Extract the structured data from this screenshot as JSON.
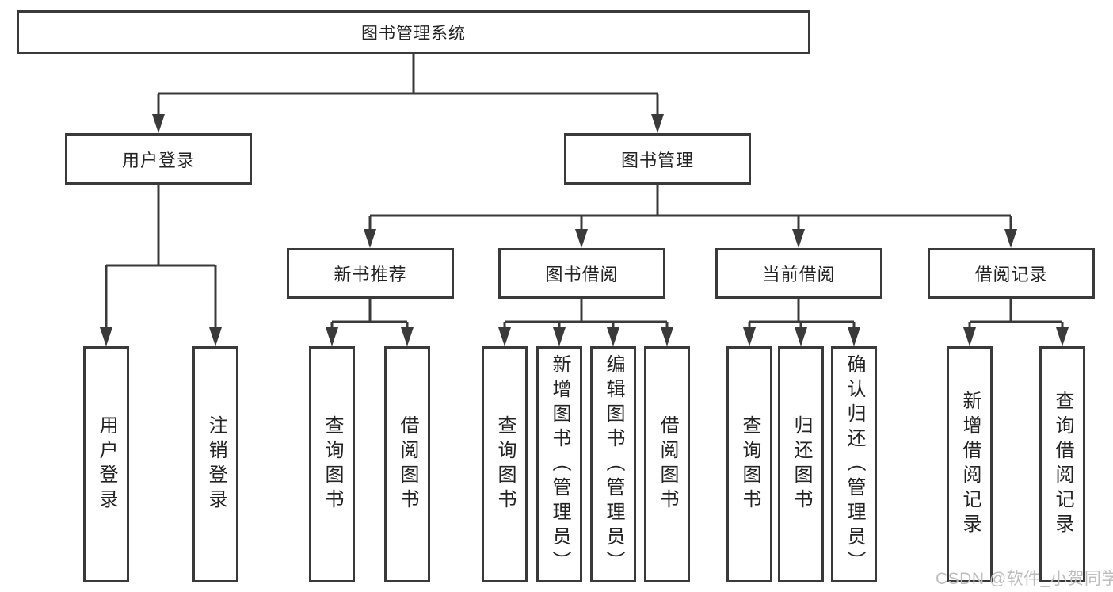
{
  "diagram": {
    "title": "图书管理系统",
    "groups": [
      {
        "label": "用户登录",
        "children": [
          {
            "label": "用户登录"
          },
          {
            "label": "注销登录"
          }
        ]
      },
      {
        "label": "图书管理",
        "sections": [
          {
            "label": "新书推荐",
            "children": [
              {
                "label": "查询图书"
              },
              {
                "label": "借阅图书"
              }
            ]
          },
          {
            "label": "图书借阅",
            "children": [
              {
                "label": "查询图书"
              },
              {
                "label": "新增图书（管理员）"
              },
              {
                "label": "编辑图书（管理员）"
              },
              {
                "label": "借阅图书"
              }
            ]
          },
          {
            "label": "当前借阅",
            "children": [
              {
                "label": "查询图书"
              },
              {
                "label": "归还图书"
              },
              {
                "label": "确认归还（管理员）"
              }
            ]
          },
          {
            "label": "借阅记录",
            "children": [
              {
                "label": "新增借阅记录"
              },
              {
                "label": "查询借阅记录"
              }
            ]
          }
        ]
      }
    ]
  },
  "watermark": {
    "text": "CSDN @软件_小贺同学"
  },
  "colors": {
    "line": "#3a3a3a",
    "box_border": "#3a3a3a",
    "text": "#232323",
    "watermark": "#bdbdbd",
    "background": "#ffffff"
  }
}
